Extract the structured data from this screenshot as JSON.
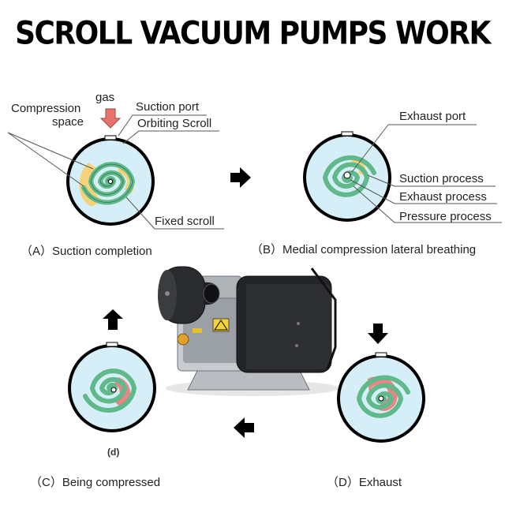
{
  "title": "SCROLL VACUUM PUMPS WORK",
  "panel_a": {
    "labels": {
      "gas": "gas",
      "compression_space_1": "Compression",
      "compression_space_2": "space",
      "suction_port": "Suction port",
      "orbiting_scroll": "Orbiting Scroll",
      "fixed_scroll": "Fixed scroll"
    },
    "caption": "（A）Suction completion"
  },
  "panel_b": {
    "labels": {
      "exhaust_port": "Exhaust port",
      "suction_process": "Suction process",
      "exhaust_process": "Exhaust process",
      "pressure_process": "Pressure process"
    },
    "caption": "（B）Medial compression lateral breathing"
  },
  "panel_c": {
    "caption": "（C）Being compressed",
    "sub_label": "(d)"
  },
  "panel_d": {
    "caption": "（D）Exhaust"
  },
  "colors": {
    "scroll_green": "#5fb98a",
    "chamber_blue": "#d6eef8",
    "compression_yellow": "#f6d27a",
    "exhaust_pink": "#e98585",
    "gas_arrow": "#e8736b",
    "flow_arrow": "#000000"
  },
  "icons": [
    "gas-inlet-arrow-icon",
    "flow-arrow-right-icon",
    "flow-arrow-down-icon",
    "flow-arrow-left-icon",
    "flow-arrow-up-icon"
  ]
}
